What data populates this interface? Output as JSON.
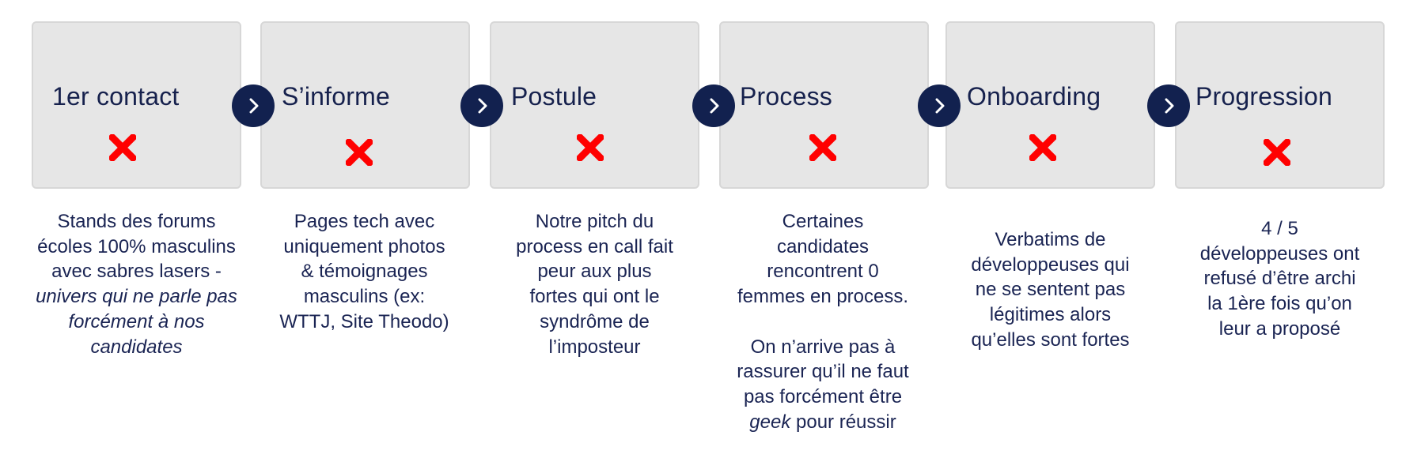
{
  "stages": [
    {
      "title": "1er contact",
      "status": "cross-icon"
    },
    {
      "title": "S’informe",
      "status": "cross-icon"
    },
    {
      "title": "Postule",
      "status": "cross-icon"
    },
    {
      "title": "Process",
      "status": "cross-icon"
    },
    {
      "title": "Onboarding",
      "status": "cross-icon"
    },
    {
      "title": "Progression",
      "status": "cross-icon"
    }
  ],
  "descriptions": {
    "contact": {
      "line1": "Stands des forums",
      "line2": "écoles 100% masculins",
      "line3": "avec sabres lasers -",
      "italic1": "univers qui ne parle pas",
      "italic2": "forcément à nos",
      "italic3": "candidates"
    },
    "informe": {
      "line1": "Pages tech avec",
      "line2": "uniquement photos",
      "line3": "& témoignages",
      "line4": "masculins (ex:",
      "line5": "WTTJ, Site Theodo)"
    },
    "postule": {
      "line1": "Notre pitch du",
      "line2": "process en call fait",
      "line3": "peur aux plus",
      "line4": "fortes qui ont le",
      "line5": "syndrôme de",
      "line6": "l’imposteur"
    },
    "process": {
      "line1": "Certaines",
      "line2": "candidates",
      "line3": "rencontrent 0",
      "line4": "femmes en process.",
      "line5": "On n’arrive pas à",
      "line6": "rassurer qu’il ne faut",
      "line7": "pas forcément être",
      "italic": "geek",
      "line8_rest": " pour réussir"
    },
    "onboarding": {
      "line1": "Verbatims de",
      "line2": "développeuses qui",
      "line3": "ne se sentent pas",
      "line4": "légitimes alors",
      "line5": "qu’elles sont fortes"
    },
    "progression": {
      "line1": "4 / 5",
      "line2": "développeuses ont",
      "line3": "refusé d’être archi",
      "line4": "la 1ère fois qu’on",
      "line5": "leur a proposé"
    }
  },
  "colors": {
    "box_bg": "#e6e6e6",
    "title": "#16214d",
    "arrow_bg": "#12214f",
    "cross": "#ff0000",
    "text": "#1a2453"
  }
}
